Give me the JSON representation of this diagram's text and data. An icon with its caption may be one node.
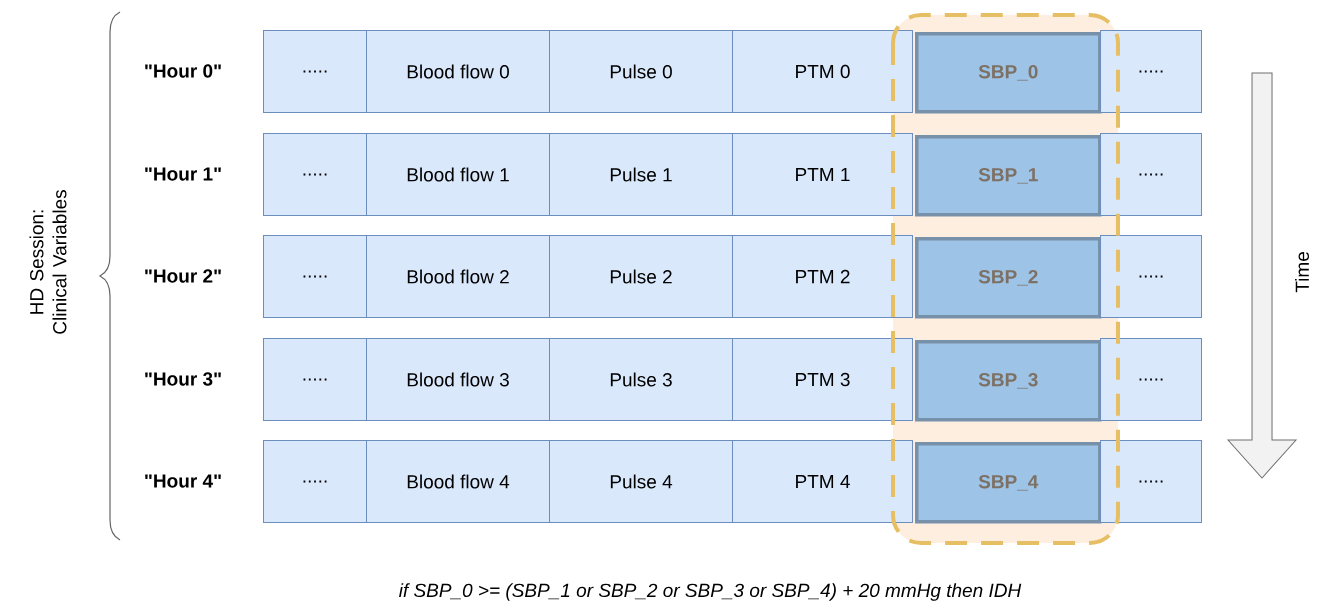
{
  "diagram": {
    "caption": "if SBP_0 >= (SBP_1 or SBP_2 or SBP_3 or SBP_4) + 20 mmHg then IDH",
    "nodes": [
      {
        "text": [
          "....."
        ]
      },
      {
        "text": [
          "Blood flow 0"
        ]
      },
      {
        "text": [
          "Pulse 0"
        ]
      },
      {
        "text": [
          "PTM 0"
        ]
      },
      {
        "text": [
          "SBP_0"
        ]
      },
      {
        "text": [
          "....."
        ]
      },
      {
        "text": [
          "....."
        ]
      },
      {
        "text": [
          "Blood flow 1"
        ]
      },
      {
        "text": [
          "Pulse 1"
        ]
      },
      {
        "text": [
          "PTM 1"
        ]
      },
      {
        "text": [
          "SBP_1"
        ]
      },
      {
        "text": [
          "....."
        ]
      },
      {
        "text": [
          "....."
        ]
      },
      {
        "text": [
          "Blood flow 2"
        ]
      },
      {
        "text": [
          "Pulse 2"
        ]
      },
      {
        "text": [
          "PTM 2"
        ]
      },
      {
        "text": [
          "SBP_2"
        ]
      },
      {
        "text": [
          "....."
        ]
      },
      {
        "text": [
          "....."
        ]
      },
      {
        "text": [
          "Blood flow 3"
        ]
      },
      {
        "text": [
          "Pulse 3"
        ]
      },
      {
        "text": [
          "PTM 3"
        ]
      },
      {
        "text": [
          "SBP_3"
        ]
      },
      {
        "text": [
          "....."
        ]
      },
      {
        "text": [
          "....."
        ]
      },
      {
        "text": [
          "Blood flow 4"
        ]
      },
      {
        "text": [
          "Pulse 4"
        ]
      },
      {
        "text": [
          "PTM 4"
        ]
      },
      {
        "text": [
          "SBP_4"
        ]
      },
      {
        "text": [
          "....."
        ]
      }
    ],
    "edges": [],
    "labels": [
      "HD Session: Clinical Variables",
      "\"Hour 0\"",
      "\"Hour 1\"",
      "\"Hour 2\"",
      "\"Hour 3\"",
      "\"Hour 4\"",
      "Time"
    ]
  }
}
